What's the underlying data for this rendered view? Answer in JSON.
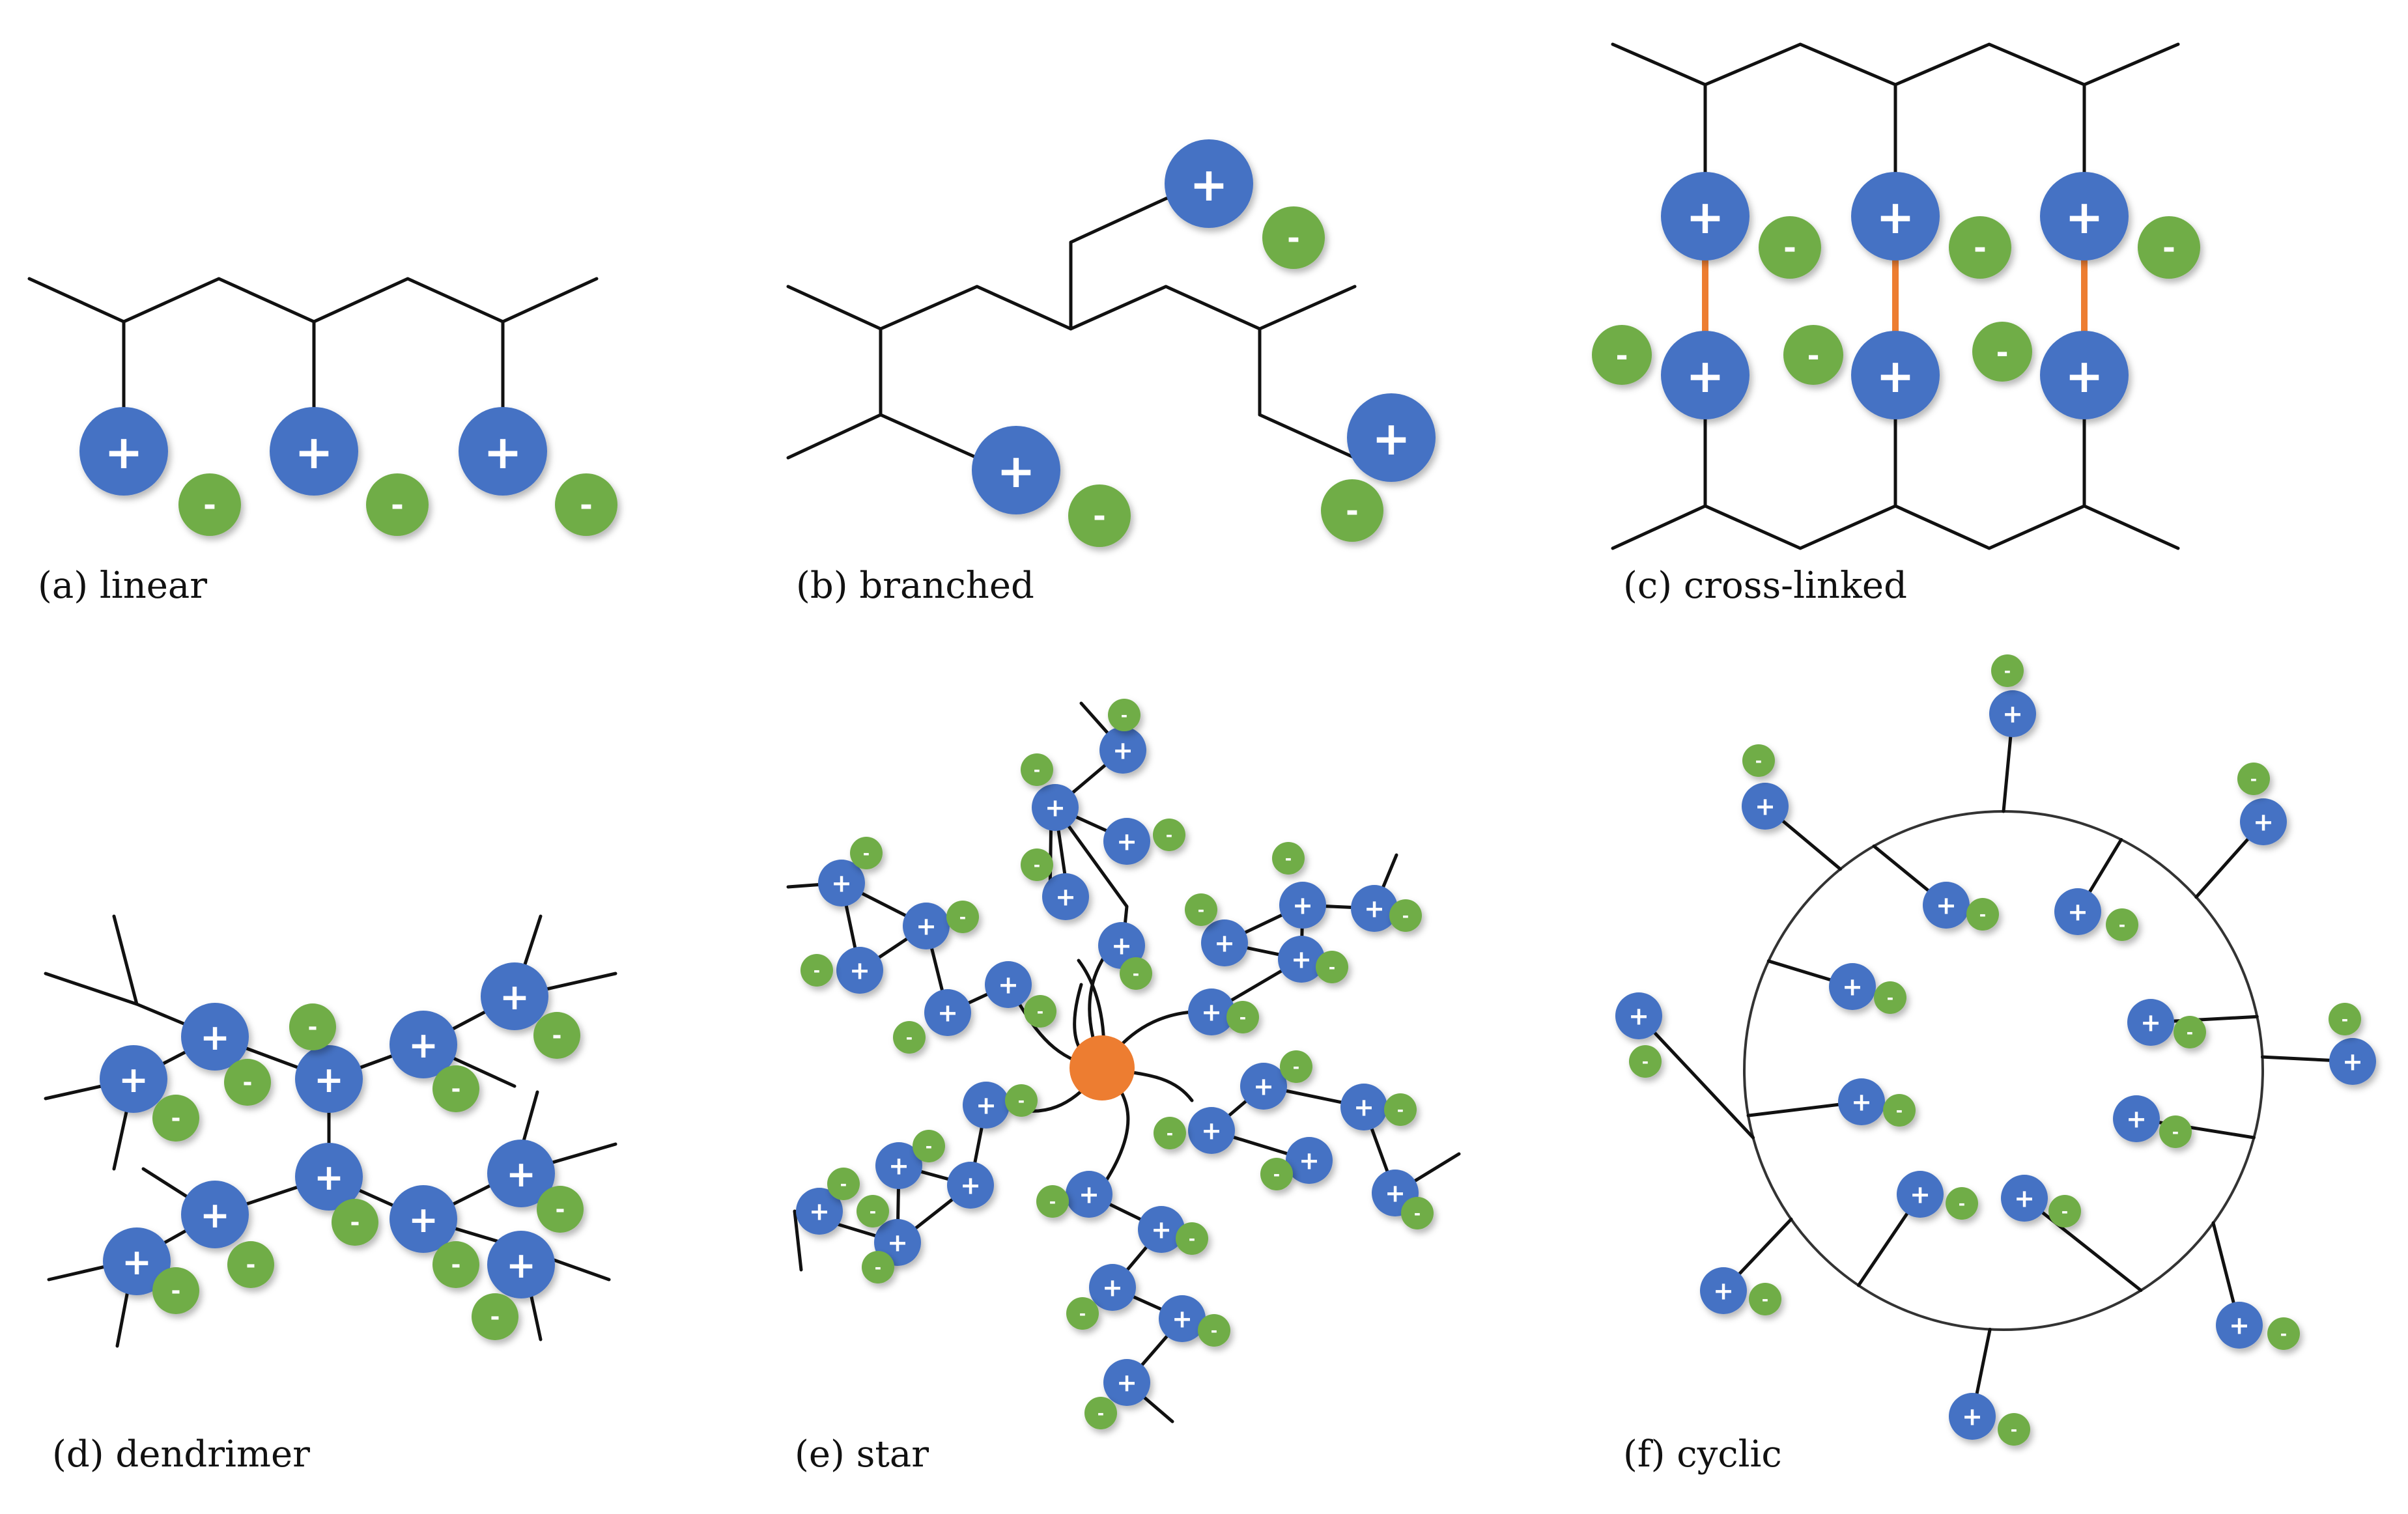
{
  "symbols": {
    "cation": "+",
    "anion": "-"
  },
  "colors": {
    "cation": "#4472C4",
    "anion": "#70AD47",
    "core": "#ED7D31",
    "crosslink": "#ED7D31",
    "backbone": "#111111",
    "ring_fill": "#ffffff",
    "ring_stroke": "#333333"
  },
  "panels": {
    "a": {
      "label": "(a) linear"
    },
    "b": {
      "label": "(b) branched"
    },
    "c": {
      "label": "(c) cross-linked"
    },
    "d": {
      "label": "(d) dendrimer"
    },
    "e": {
      "label": "(e) star"
    },
    "f": {
      "label": "(f) cyclic"
    }
  }
}
